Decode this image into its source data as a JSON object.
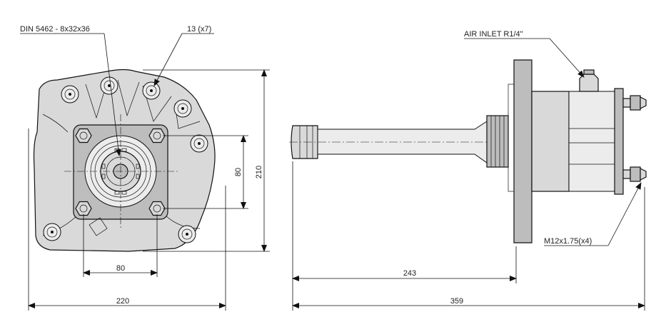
{
  "labels": {
    "din": "DIN 5462 - 8x32x36",
    "holes": "13 (x7)",
    "air_inlet": "AIR INLET R1/4\"",
    "bolts": "M12x1.75(x4)"
  },
  "dimensions": {
    "front_width": "220",
    "front_height": "210",
    "bolt_spacing_h": "80",
    "bolt_spacing_v": "80",
    "shaft_length": "243",
    "total_length": "359"
  }
}
